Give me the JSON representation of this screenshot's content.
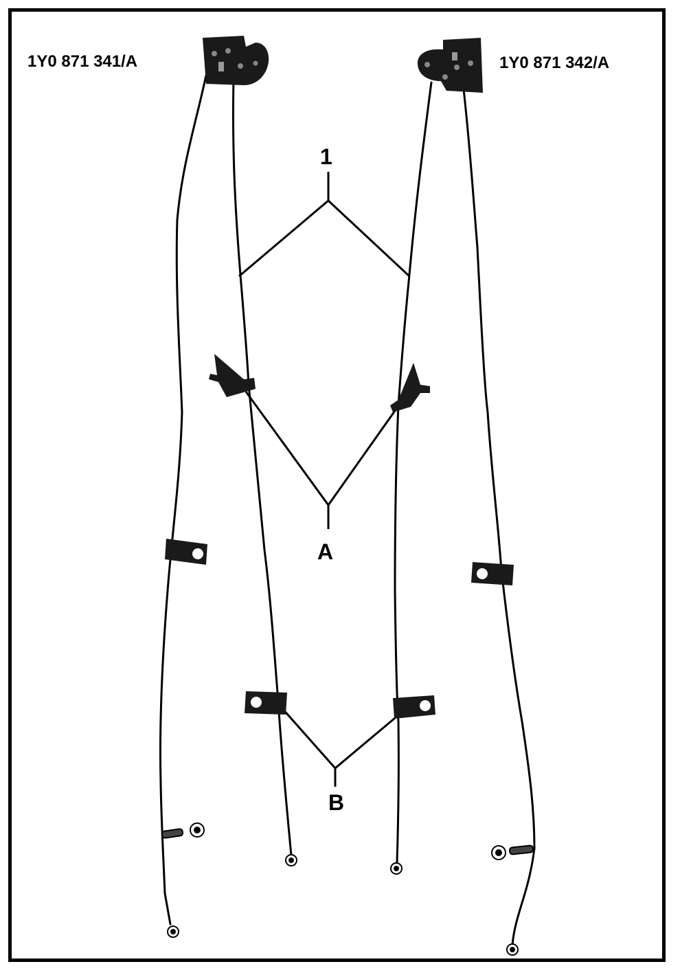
{
  "labels": {
    "part_left": "1Y0 871 341/A",
    "part_right": "1Y0 871 342/A",
    "callout_1": "1",
    "callout_a": "A",
    "callout_b": "B"
  },
  "colors": {
    "ink": "#000000",
    "component": "#1a1a1a",
    "background": "#ffffff"
  }
}
